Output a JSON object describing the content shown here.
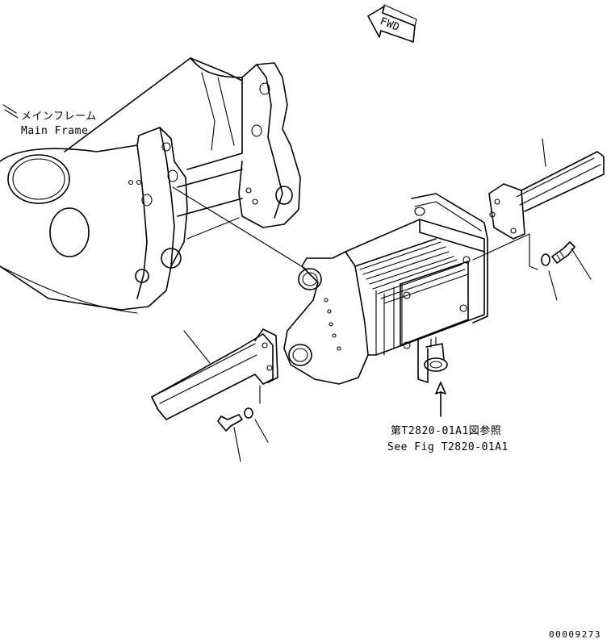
{
  "fwd_arrow": {
    "label": "FWD"
  },
  "callouts": {
    "main_frame_jp": "メインフレーム",
    "main_frame_en": "Main Frame",
    "ref_jp": "第T2820-01A1図参照",
    "ref_en": "See Fig T2820-01A1"
  },
  "drawing_number": "00009273"
}
